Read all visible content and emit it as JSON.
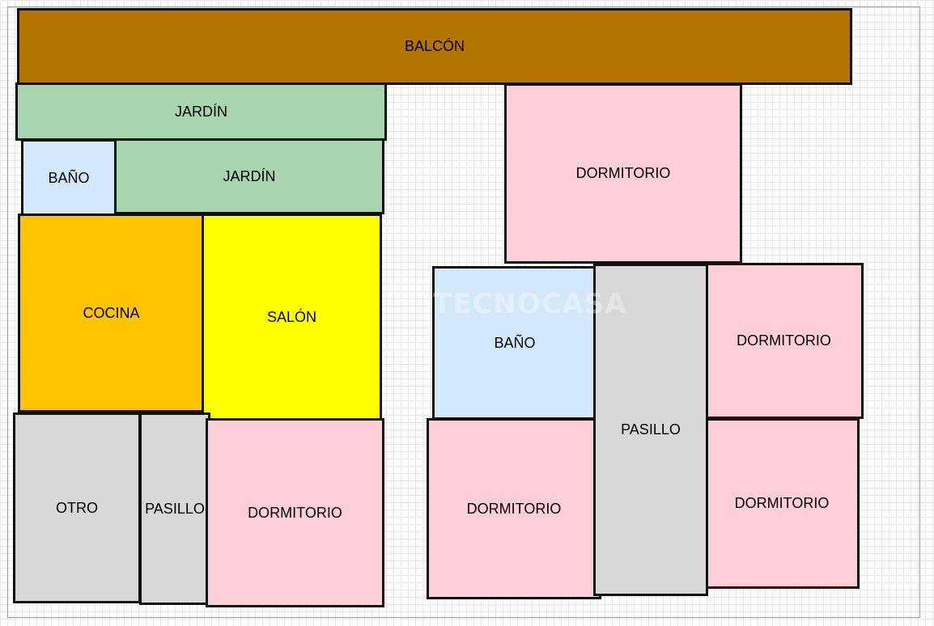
{
  "colors": {
    "balcony": "#b37400",
    "garden": "#a8d5b0",
    "bathroom": "#d4e8fc",
    "kitchen": "#ffc400",
    "living_room": "#ffff00",
    "bedroom": "#ffcfd9",
    "corridor": "#d8d8d8",
    "other": "#d8d8d8",
    "outline": "#111111"
  },
  "rooms": {
    "balcon": "BALCÓN",
    "jardin_1": "JARDÍN",
    "jardin_2": "JARDÍN",
    "bano_1": "BAÑO",
    "cocina": "COCINA",
    "salon": "SALÓN",
    "otro": "OTRO",
    "pasillo_1": "PASILLO",
    "dormitorio_1": "DORMITORIO",
    "dormitorio_2": "DORMITORIO",
    "bano_2": "BAÑO",
    "pasillo_2": "PASILLO",
    "dormitorio_3": "DORMITORIO",
    "dormitorio_4": "DORMITORIO",
    "dormitorio_5": "DORMITORIO"
  },
  "watermark": "TECNOCASA"
}
